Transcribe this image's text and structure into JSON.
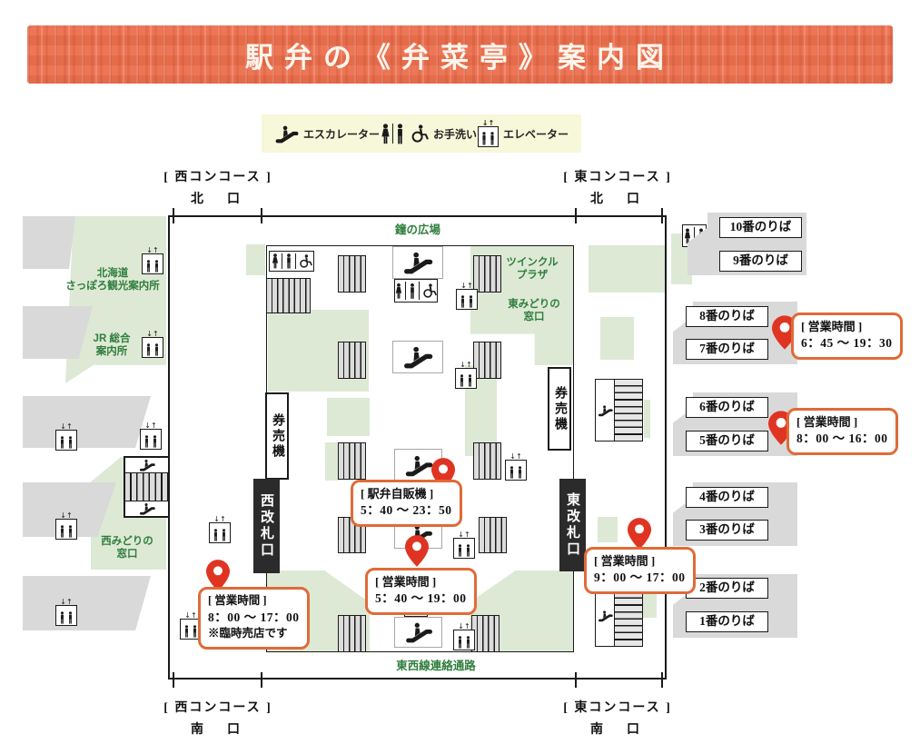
{
  "title": "駅弁の《弁菜亭》案内図",
  "legend": {
    "escalator": "エスカレーター",
    "restroom": "お手洗い",
    "elevator": "エレベーター"
  },
  "concourse_labels": {
    "west_north": {
      "line1": "[ 西コンコース ]",
      "line2": "北　口"
    },
    "east_north": {
      "line1": "[ 東コンコース ]",
      "line2": "北　口"
    },
    "west_south": {
      "line1": "[ 西コンコース ]",
      "line2": "南　口"
    },
    "east_south": {
      "line1": "[ 東コンコース ]",
      "line2": "南　口"
    }
  },
  "areas": {
    "bell_plaza": "鐘の広場",
    "tozai_passage": "東西線連絡通路",
    "twinkle_plaza": {
      "line1": "ツインクル",
      "line2": "プラザ"
    },
    "east_midori": {
      "line1": "東みどりの",
      "line2": "窓口"
    },
    "west_midori": {
      "line1": "西みどりの",
      "line2": "窓口"
    },
    "hokkaido_info": {
      "line1": "北海道",
      "line2": "さっぽろ観光案内所"
    },
    "jr_info": {
      "line1": "JR 総合",
      "line2": "案内所"
    }
  },
  "gates": {
    "west_gate": "西改札口",
    "east_gate": "東改札口",
    "ticket_west": "券売機",
    "ticket_east": "券売機"
  },
  "platforms": [
    "10番のりば",
    "9番のりば",
    "8番のりば",
    "7番のりば",
    "6番のりば",
    "5番のりば",
    "4番のりば",
    "3番のりば",
    "2番のりば",
    "1番のりば"
  ],
  "callouts": {
    "vending": {
      "title": "[ 駅弁自販機 ]",
      "hours": "5：40 ～ 23：50"
    },
    "center_shop": {
      "title": "[ 営業時間 ]",
      "hours": "5：40 ～ 19：00"
    },
    "west_shop": {
      "title": "[ 営業時間 ]",
      "hours": "8：00 ～ 17：00",
      "note": "※臨時売店です"
    },
    "east_gate_shop": {
      "title": "[ 営業時間 ]",
      "hours": "9：00 ～ 17：00"
    },
    "platform_7_8_shop": {
      "title": "[ 営業時間 ]",
      "hours": "6：45 ～ 19：30"
    },
    "platform_5_6_shop": {
      "title": "[ 営業時間 ]",
      "hours": "8：00 ～ 16：00"
    }
  },
  "colors": {
    "header_orange": "#ec6f4d",
    "callout_border": "#df6b38",
    "pin_red": "#e03422",
    "area_green": "#dde9d5",
    "text_green": "#2e7d3c",
    "platform_gray": "#d9d9d9",
    "legend_bg": "#f7f7da",
    "gate_black": "#2b2b2b"
  }
}
